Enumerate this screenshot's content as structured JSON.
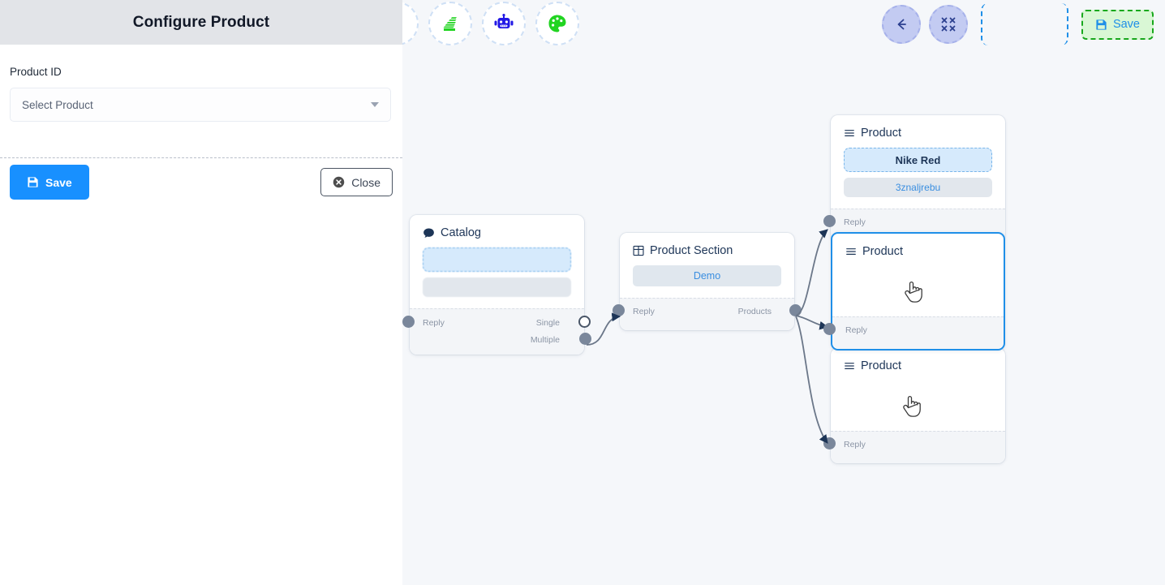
{
  "panel": {
    "title": "Configure Product",
    "field_label": "Product ID",
    "select_placeholder": "Select Product",
    "save_label": "Save",
    "close_label": "Close",
    "save_icon": "floppy-disk-icon",
    "close_icon": "close-circle-icon",
    "caret_icon": "chevron-down-icon",
    "header_bg": "#e2e4e8",
    "save_color": "#1890ff"
  },
  "toolbar": {
    "left_tools": [
      {
        "name": "partial-circle-tool",
        "icon": "circle-icon",
        "label": ""
      },
      {
        "name": "layers-stack-tool",
        "icon": "layers-stack-icon",
        "label": ""
      },
      {
        "name": "bot-tool",
        "icon": "robot-icon",
        "label": ""
      },
      {
        "name": "palette-tool",
        "icon": "palette-icon",
        "label": ""
      }
    ],
    "right_tools": [
      {
        "name": "back-button",
        "icon": "arrow-left-icon"
      },
      {
        "name": "fit-view-button",
        "icon": "compress-icon"
      }
    ],
    "empty_slot_name": "empty-drop-slot",
    "save_label": "Save",
    "save_icon": "floppy-disk-icon",
    "save_bg": "#d9f7d5",
    "save_border": "#18a81c",
    "save_text_color": "#1f8fe8",
    "round_btn_bg": "#c3cbf2"
  },
  "canvas": {
    "background": "#f5f7fa",
    "nodes": [
      {
        "id": "catalog",
        "title": "Catalog",
        "icon": "comment-icon",
        "items": [
          {
            "text": "",
            "style": "dashed"
          },
          {
            "text": "",
            "style": "gray"
          }
        ],
        "ports": [
          {
            "label": "Reply",
            "side": "left",
            "style": "filled"
          },
          {
            "label": "Single",
            "side": "right",
            "style": "hollow"
          },
          {
            "label": "Multiple",
            "side": "right",
            "style": "filled"
          }
        ]
      },
      {
        "id": "product-section",
        "title": "Product Section",
        "icon": "table-grid-icon",
        "items": [
          {
            "text": "Demo",
            "style": "demo"
          }
        ],
        "ports": [
          {
            "label": "Reply",
            "side": "left",
            "style": "filled"
          },
          {
            "label": "Products",
            "side": "right",
            "style": "filled"
          }
        ]
      },
      {
        "id": "product-1",
        "title": "Product",
        "icon": "list-lines-icon",
        "items": [
          {
            "text": "Nike Red",
            "style": "dashed"
          },
          {
            "text": "3znaljrebu",
            "style": "gray"
          }
        ],
        "ports": [
          {
            "label": "Reply",
            "side": "left",
            "style": "filled"
          }
        ],
        "selected": false
      },
      {
        "id": "product-2",
        "title": "Product",
        "icon": "list-lines-icon",
        "items": [],
        "ports": [
          {
            "label": "Reply",
            "side": "left",
            "style": "filled"
          }
        ],
        "selected": true,
        "cursor": "pointer-hand-cursor"
      },
      {
        "id": "product-3",
        "title": "Product",
        "icon": "list-lines-icon",
        "items": [],
        "ports": [
          {
            "label": "Reply",
            "side": "left",
            "style": "filled"
          }
        ],
        "selected": false,
        "cursor": "pointer-hand-cursor"
      }
    ],
    "edge_color": "#6b7789",
    "edge_count": 4
  }
}
